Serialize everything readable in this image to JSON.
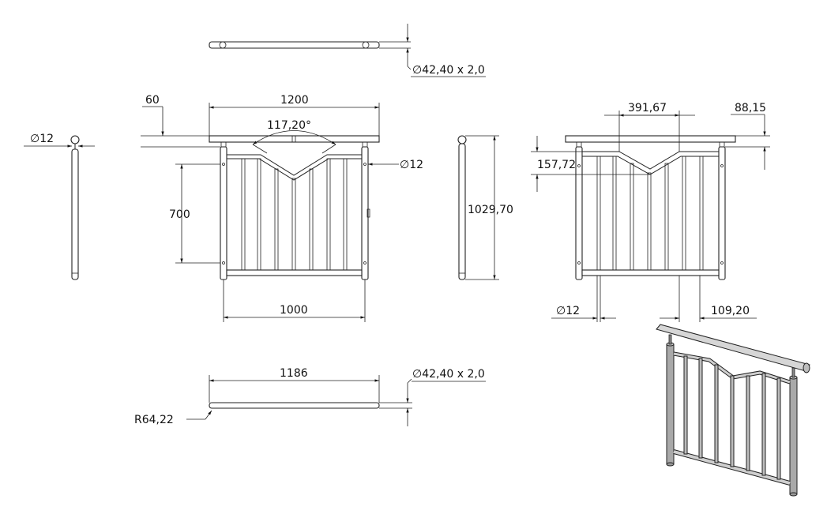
{
  "dimensions": {
    "tube_top": "∅42,40 x 2,0",
    "tube_bottom": "∅42,40 x 2,0",
    "rod_diameter": "∅12",
    "front_offset": "60",
    "front_width": "1200",
    "front_angle": "117,20°",
    "front_rod": "∅12",
    "front_height": "700",
    "front_inner_width": "1000",
    "side_height": "1029,70",
    "right_v_width": "391,67",
    "right_offset": "88,15",
    "right_v_depth": "157,72",
    "right_rod": "∅12",
    "right_spacing": "109,20",
    "bottom_length": "1186",
    "bottom_radius": "R64,22"
  }
}
